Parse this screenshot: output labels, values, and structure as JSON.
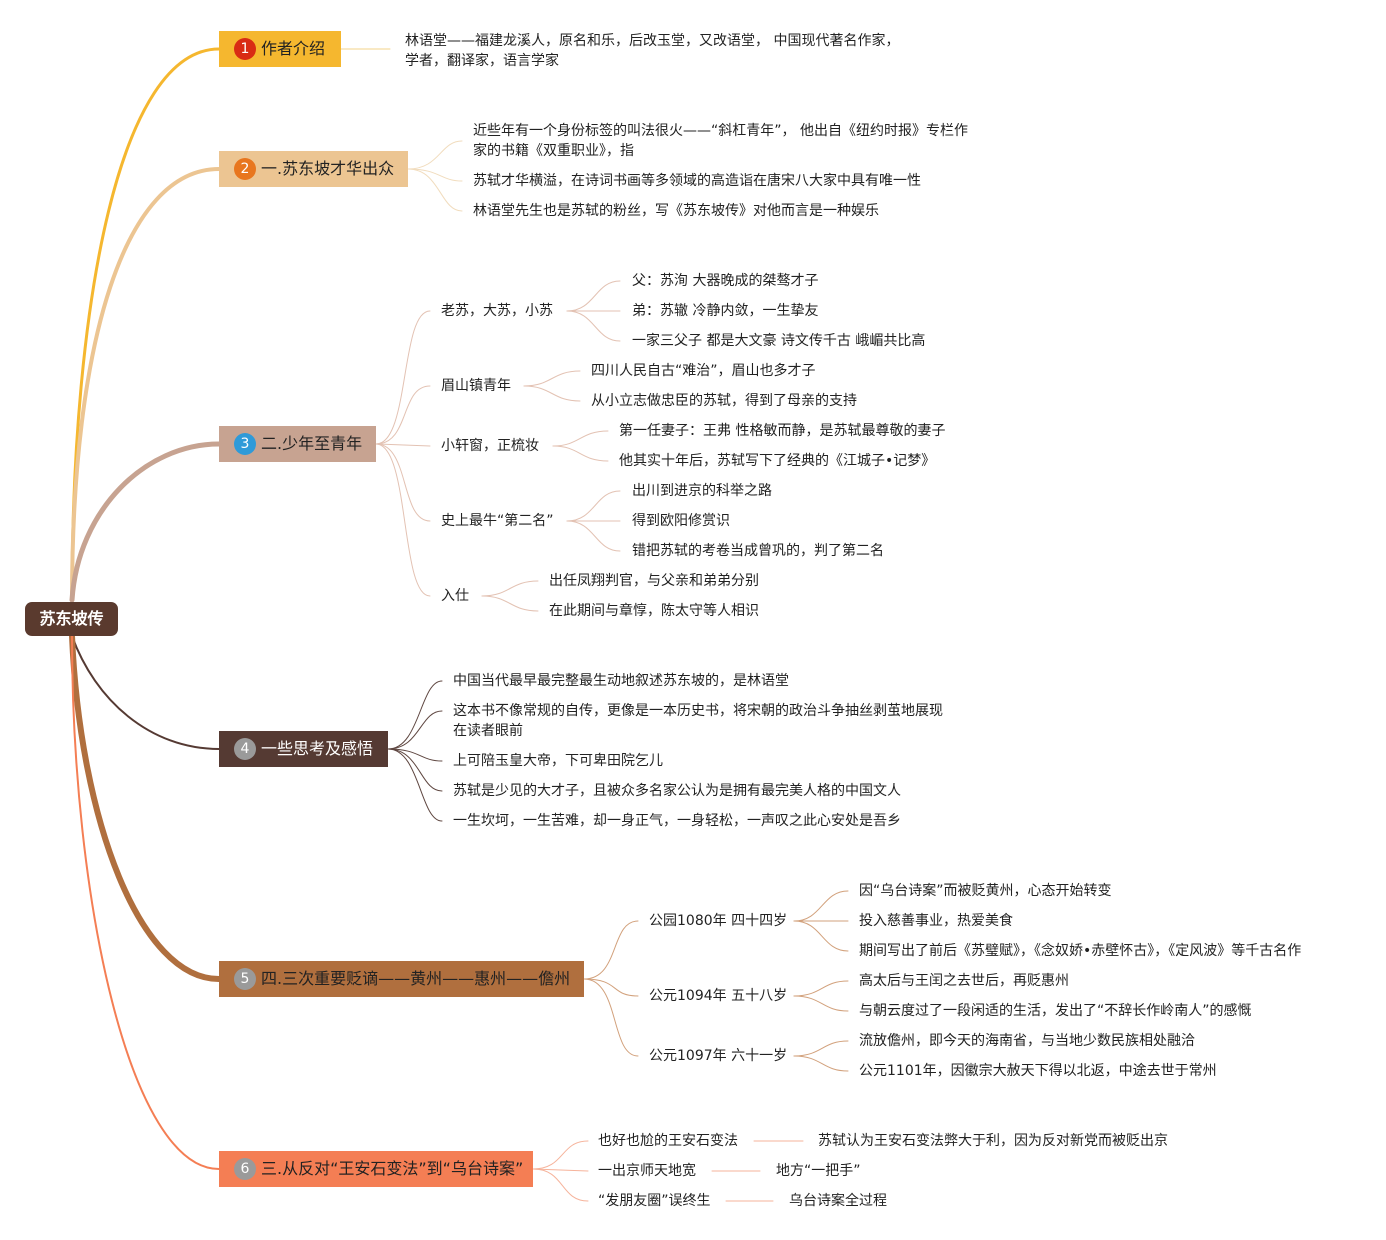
{
  "root": {
    "title": "苏东坡传"
  },
  "branches": [
    {
      "num": "1",
      "title": "作者介绍",
      "bg": "#f5b72f",
      "fg": "#222222",
      "num_bg": "#d92b14",
      "items": [
        {
          "line1": "林语堂——福建龙溪人，原名和乐，后改玉堂，又改语堂， 中国现代著名作家，",
          "line2": "学者，翻译家，语言学家"
        }
      ]
    },
    {
      "num": "2",
      "title": "一.苏东坡才华出众",
      "bg": "#ecc592",
      "fg": "#222222",
      "num_bg": "#e8761e",
      "items": [
        {
          "line1": "近些年有一个身份标签的叫法很火——“斜杠青年”， 他出自《纽约时报》专栏作",
          "line2": "家的书籍《双重职业》，指"
        },
        {
          "text": "苏轼才华横溢，在诗词书画等多领域的高造诣在唐宋八大家中具有唯一性"
        },
        {
          "text": "林语堂先生也是苏轼的粉丝，写《苏东坡传》对他而言是一种娱乐"
        }
      ]
    },
    {
      "num": "3",
      "title": "二.少年至青年",
      "bg": "#c7a391",
      "fg": "#222222",
      "num_bg": "#2f9ad8",
      "subs": [
        {
          "label": "老苏，大苏，小苏",
          "items": [
            "父：苏洵 大器晚成的桀骜才子",
            "弟：苏辙 冷静内敛，一生挚友",
            "一家三父子 都是大文豪 诗文传千古 峨嵋共比高"
          ]
        },
        {
          "label": "眉山镇青年",
          "items": [
            "四川人民自古“难治”，眉山也多才子",
            "从小立志做忠臣的苏轼，得到了母亲的支持"
          ]
        },
        {
          "label": "小轩窗，正梳妆",
          "items": [
            "第一任妻子：王弗 性格敏而静，是苏轼最尊敬的妻子",
            "他其实十年后，苏轼写下了经典的《江城子•记梦》"
          ]
        },
        {
          "label": "史上最牛“第二名”",
          "items": [
            "出川到进京的科举之路",
            "得到欧阳修赏识",
            "错把苏轼的考卷当成曾巩的，判了第二名"
          ]
        },
        {
          "label": "入仕",
          "items": [
            "出任凤翔判官，与父亲和弟弟分别",
            "在此期间与章惇，陈太守等人相识"
          ]
        }
      ]
    },
    {
      "num": "4",
      "title": "一些思考及感悟",
      "bg": "#553a33",
      "fg": "#ffffff",
      "num_bg": "#9a9a9a",
      "items": [
        {
          "text": "中国当代最早最完整最生动地叙述苏东坡的，是林语堂"
        },
        {
          "line1": "这本书不像常规的自传，更像是一本历史书，将宋朝的政治斗争抽丝剥茧地展现",
          "line2": "在读者眼前"
        },
        {
          "text": "上可陪玉皇大帝，下可卑田院乞儿"
        },
        {
          "text": "苏轼是少见的大才子，且被众多名家公认为是拥有最完美人格的中国文人"
        },
        {
          "text": "一生坎坷，一生苦难，却一身正气，一身轻松，一声叹之此心安处是吾乡"
        }
      ]
    },
    {
      "num": "5",
      "title": "四.三次重要贬谪——黄州——惠州——儋州",
      "bg": "#b06f3e",
      "fg": "#222222",
      "num_bg": "#9a9a9a",
      "subs": [
        {
          "label": "公园1080年 四十四岁",
          "items": [
            "因“乌台诗案”而被贬黄州，心态开始转变",
            "投入慈善事业，热爱美食",
            "期间写出了前后《苏璧赋》，《念奴娇•赤壁怀古》，《定风波》等千古名作"
          ]
        },
        {
          "label": "公元1094年 五十八岁",
          "items": [
            "高太后与王闰之去世后，再贬惠州",
            "与朝云度过了一段闲适的生活，发出了“不辞长作岭南人”的感慨"
          ]
        },
        {
          "label": "公元1097年 六十一岁",
          "items": [
            "流放儋州，即今天的海南省，与当地少数民族相处融洽",
            "公元1101年，因徽宗大赦天下得以北返，中途去世于常州"
          ]
        }
      ]
    },
    {
      "num": "6",
      "title": "三.从反对“王安石变法”到“乌台诗案”",
      "bg": "#f47e54",
      "fg": "#222222",
      "num_bg": "#9a9a9a",
      "subs": [
        {
          "label": "也好也尬的王安石变法",
          "items": [
            "苏轼认为王安石变法弊大于利，因为反对新党而被贬出京"
          ]
        },
        {
          "label": "一出京师天地宽",
          "items": [
            "地方“一把手”"
          ]
        },
        {
          "label": "“发朋友圈”误终生",
          "items": [
            "乌台诗案全过程"
          ]
        }
      ]
    }
  ]
}
